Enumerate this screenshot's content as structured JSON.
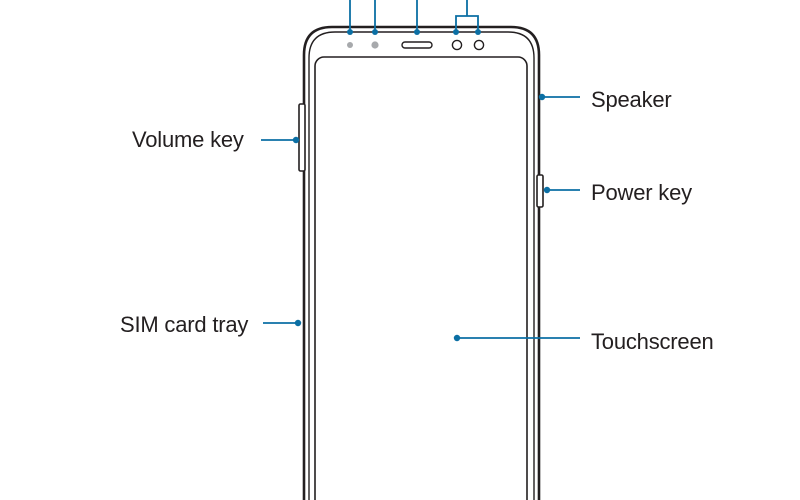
{
  "labels": {
    "volume_key": "Volume key",
    "sim_card_tray": "SIM card tray",
    "speaker": "Speaker",
    "power_key": "Power key",
    "touchscreen": "Touchscreen"
  },
  "colors": {
    "outline": "#231f20",
    "callout": "#0b6fa4",
    "sensor_dot": "#a7a9ac",
    "background": "#ffffff"
  }
}
